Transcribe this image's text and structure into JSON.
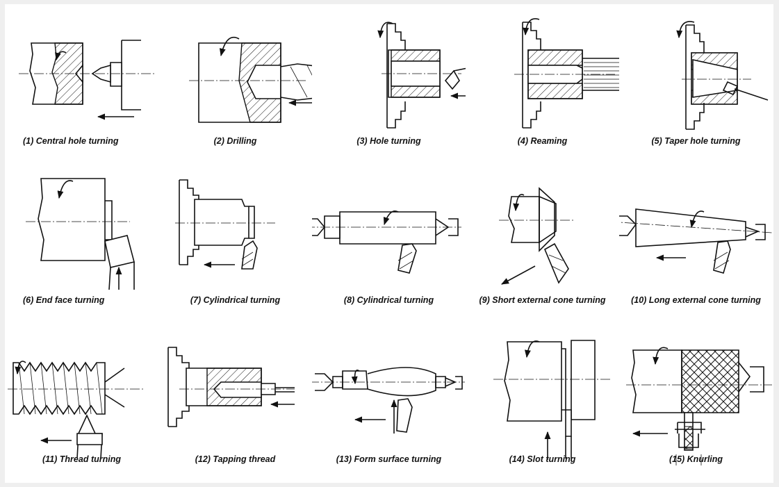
{
  "figure": {
    "operations": [
      {
        "label": "(1) Central hole turning"
      },
      {
        "label": "(2) Drilling"
      },
      {
        "label": "(3) Hole turning"
      },
      {
        "label": "(4) Reaming"
      },
      {
        "label": "(5) Taper hole turning"
      },
      {
        "label": "(6) End face turning"
      },
      {
        "label": "(7) Cylindrical turning"
      },
      {
        "label": "(8) Cylindrical turning"
      },
      {
        "label": "(9) Short external cone turning"
      },
      {
        "label": "(10) Long external cone turning"
      },
      {
        "label": "(11) Thread turning"
      },
      {
        "label": "(12) Tapping thread"
      },
      {
        "label": "(13) Form surface turning"
      },
      {
        "label": "(14) Slot turning"
      },
      {
        "label": "(15) Knurling"
      }
    ]
  },
  "colors": {
    "line": "#111111",
    "background": "#ffffff",
    "frame": "#efefef"
  }
}
